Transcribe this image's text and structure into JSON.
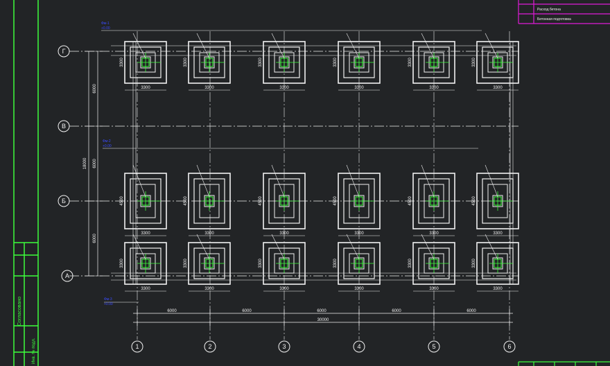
{
  "title_block": {
    "row1": "Расход бетона",
    "row2": "Бетонная подготовка"
  },
  "side_stamp": {
    "agreed": "Согласовано",
    "inv": "Инв. № подл."
  },
  "axes_vertical": [
    "1",
    "2",
    "3",
    "4",
    "5",
    "6"
  ],
  "axes_horizontal": [
    "Г",
    "В",
    "Б",
    "А"
  ],
  "dimensions": {
    "bay": "6000",
    "total_length": "30000",
    "total_width": "18000",
    "foot_size": "3300",
    "foot_size_b": "4500"
  },
  "blue_marks": {
    "mark_g": "Фм-1",
    "mark_g2": "+0.00",
    "mark_b": "Фм-2",
    "mark_b2": "+0.00",
    "mark_a": "Фм-3",
    "mark_a2": "+0.00"
  },
  "colors": {
    "background": "#222426",
    "frame": "#3cff3c",
    "title_block": "#e01ad8",
    "lines": "#f2f2f2",
    "marks": "#3b4cff"
  }
}
